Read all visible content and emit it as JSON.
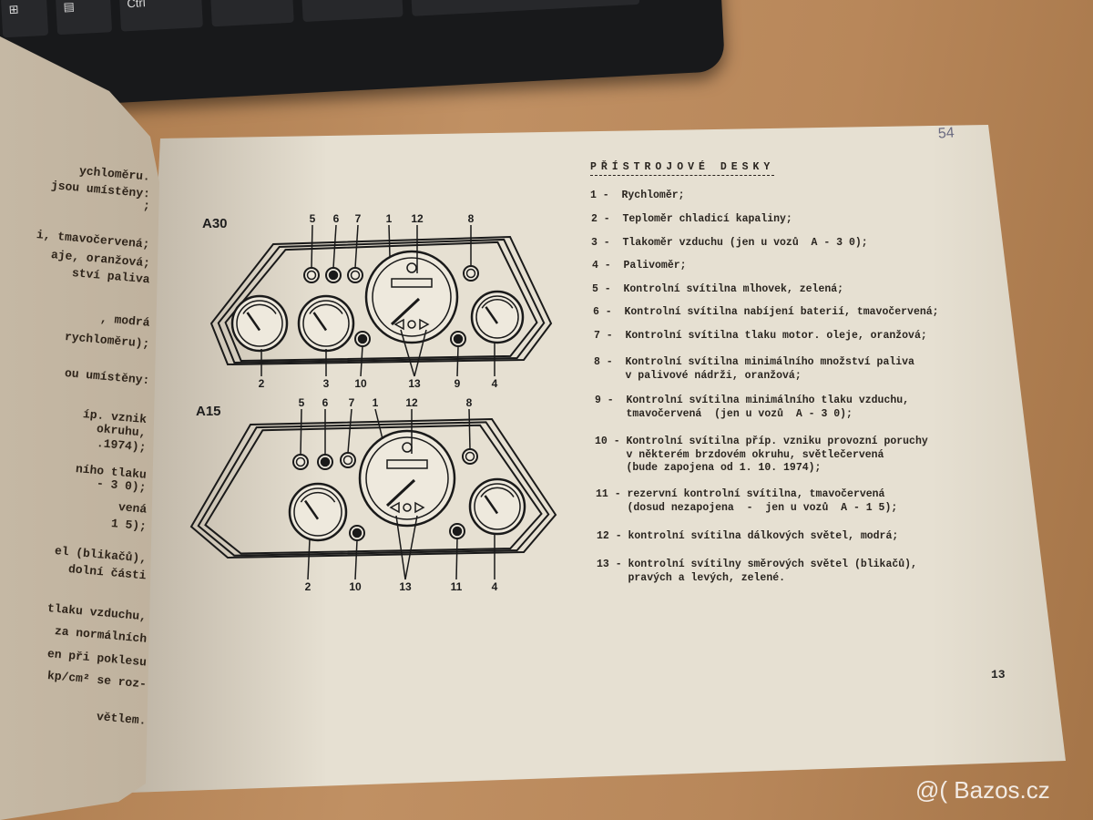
{
  "keyboard": {
    "ctrl_key": "Ctrl"
  },
  "left_page": {
    "lines": [
      "ychloměru.",
      "jsou umístěny:",
      ";",
      "i, tmavočervená;",
      "aje, oranžová;",
      "ství paliva",
      ", modrá",
      "rychloměru);",
      "ou umístěny:",
      "íp. vznik",
      "okruhu,",
      ".1974);",
      "ního tlaku",
      "- 3 0);",
      "vená",
      "1 5);",
      "el (blikačů),",
      "dolní části",
      "tlaku vzduchu,",
      "za normálních",
      "en při poklesu",
      "kp/cm² se roz-",
      "větlem."
    ]
  },
  "diagrams": {
    "a30": {
      "label": "A30",
      "top_callouts": [
        "5",
        "6",
        "7",
        "1",
        "12",
        "8"
      ],
      "bottom_callouts": [
        "2",
        "3",
        "10",
        "13",
        "9",
        "4"
      ]
    },
    "a15": {
      "label": "A15",
      "top_callouts": [
        "5",
        "6",
        "7",
        "1",
        "12",
        "8"
      ],
      "bottom_callouts": [
        "2",
        "10",
        "13",
        "11",
        "4"
      ]
    }
  },
  "right_page": {
    "title": "PŘÍSTROJOVÉ DESKY",
    "items": [
      [
        "1 -  Rychloměr;"
      ],
      [
        "2 -  Teploměr chladicí kapaliny;"
      ],
      [
        "3 -  Tlakoměr vzduchu (jen u vozů  A - 3 0);"
      ],
      [
        "4 -  Palivoměr;"
      ],
      [
        "5 -  Kontrolní svítilna mlhovek, zelená;"
      ],
      [
        "6 -  Kontrolní svítilna nabíjení baterií, tmavočervená;"
      ],
      [
        "7 -  Kontrolní svítilna tlaku motor. oleje, oranžová;"
      ],
      [
        "8 -  Kontrolní svítilna minimálního množství paliva",
        "     v palivové nádrži, oranžová;"
      ],
      [
        "9 -  Kontrolní svítilna minimálního tlaku vzduchu,",
        "     tmavočervená  (jen u vozů  A - 3 0);"
      ],
      [
        "10 - Kontrolní svítilna příp. vzniku provozní poruchy",
        "     v některém brzdovém okruhu, světlečervená",
        "     (bude zapojena od 1. 10. 1974);"
      ],
      [
        "11 - rezervní kontrolní svítilna, tmavočervená",
        "     (dosud nezapojena  -  jen u vozů  A - 1 5);"
      ],
      [
        "12 - kontrolní svítilna dálkových světel, modrá;"
      ],
      [
        "13 - kontrolní svítilny směrových světel (blikačů),",
        "     pravých a levých, zelené."
      ]
    ],
    "page_number": "13",
    "handwritten_note": "54"
  },
  "watermark": "@( Bazos.cz"
}
